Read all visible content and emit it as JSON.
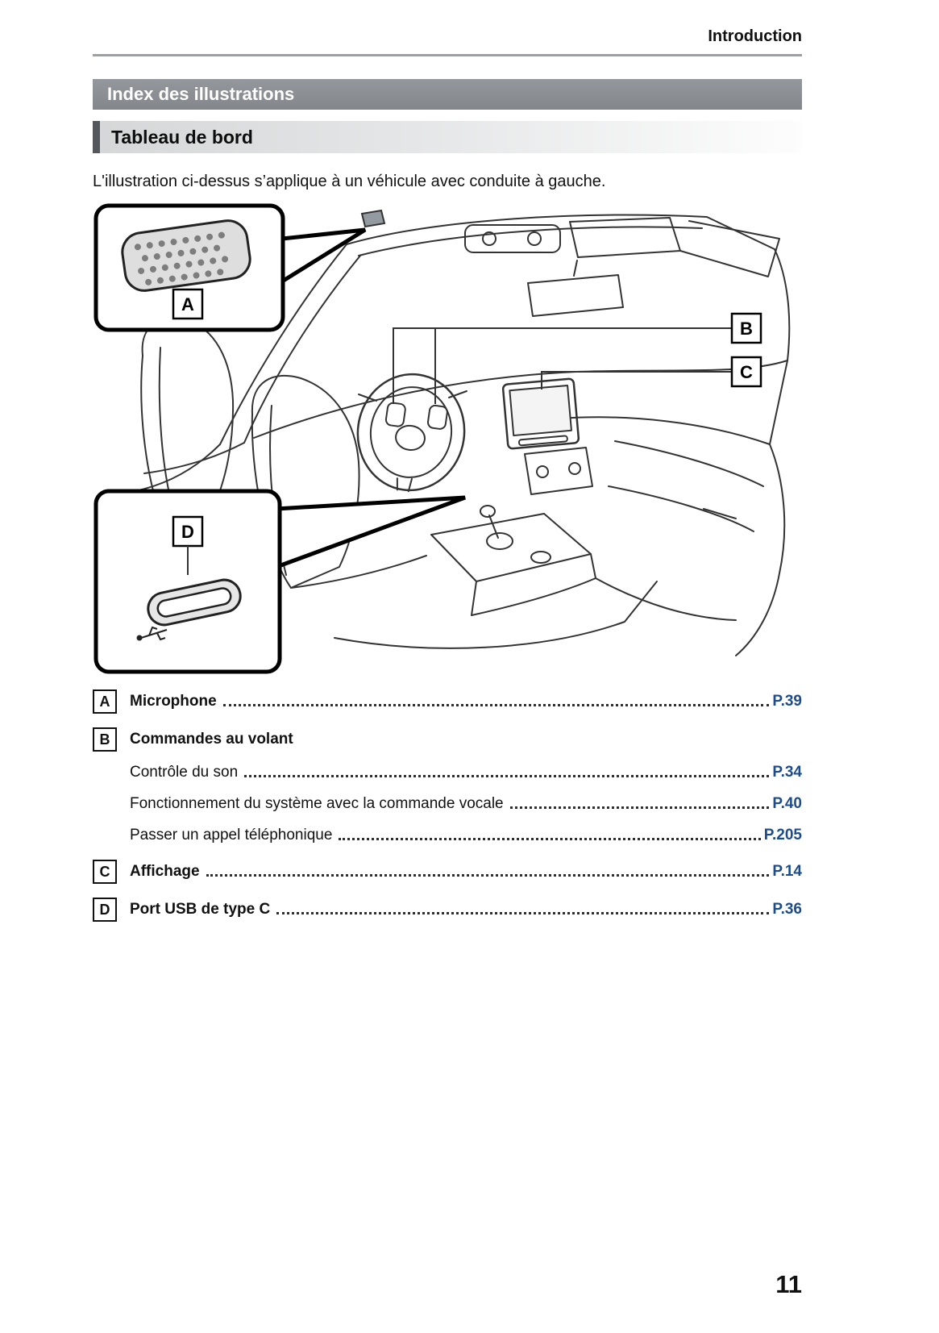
{
  "header": {
    "title": "Introduction"
  },
  "banners": {
    "primary": "Index des illustrations",
    "secondary": "Tableau de bord"
  },
  "intro": {
    "text": "L'illustration ci-dessus s’applique à un véhicule avec conduite à gauche."
  },
  "illustration": {
    "callouts": {
      "a": "A",
      "b": "B",
      "c": "C",
      "d": "D"
    }
  },
  "index": {
    "entries": [
      {
        "label": "A",
        "title": "Microphone",
        "page": "P.39"
      },
      {
        "label": "B",
        "title": "Commandes au volant",
        "subentries": [
          {
            "title": "Contrôle du son",
            "page": "P.34"
          },
          {
            "title": "Fonctionnement du système avec la commande vocale",
            "page": "P.40"
          },
          {
            "title": "Passer un appel téléphonique",
            "page": "P.205"
          }
        ]
      },
      {
        "label": "C",
        "title": "Affichage",
        "page": "P.14"
      },
      {
        "label": "D",
        "title": "Port USB de type C",
        "page": "P.36"
      }
    ]
  },
  "footer": {
    "page_number": "11"
  },
  "colors": {
    "page_ref_blue": "#1c4c8c",
    "banner_primary_bg": "#8b9094",
    "banner_secondary_bar": "#54575b",
    "banner_secondary_bg": "#d9dadb",
    "rule_gray": "#9ba0a4"
  }
}
